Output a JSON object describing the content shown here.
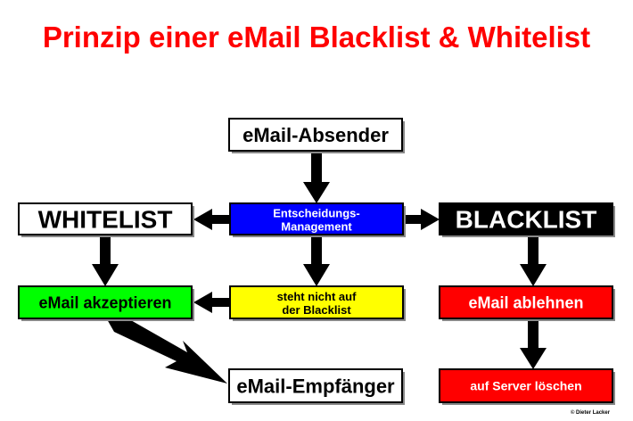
{
  "title": "Prinzip einer eMail Blacklist & Whitelist",
  "nodes": {
    "sender": {
      "label": "eMail-Absender",
      "fill": "#ffffff",
      "text": "#000000"
    },
    "whitelist": {
      "label": "WHITELIST",
      "fill": "#ffffff",
      "text": "#000000"
    },
    "decision": {
      "line1": "Entscheidungs-",
      "line2": "Management",
      "fill": "#0000ff",
      "text": "#ffffff"
    },
    "blacklist": {
      "label": "BLACKLIST",
      "fill": "#000000",
      "text": "#ffffff"
    },
    "accept": {
      "label": "eMail akzeptieren",
      "fill": "#00ff00",
      "text": "#000000"
    },
    "not_listed": {
      "line1": "steht nicht auf",
      "line2": "der Blacklist",
      "fill": "#ffff00",
      "text": "#000000"
    },
    "reject": {
      "label": "eMail ablehnen",
      "fill": "#ff0000",
      "text": "#ffffff"
    },
    "recipient": {
      "label": "eMail-Empfänger",
      "fill": "#ffffff",
      "text": "#000000"
    },
    "delete": {
      "label": "auf Server löschen",
      "fill": "#ff0000",
      "text": "#ffffff"
    }
  },
  "copyright": "© Dieter Lacker",
  "colors": {
    "title": "#ff0000",
    "shadow": "#888888"
  }
}
